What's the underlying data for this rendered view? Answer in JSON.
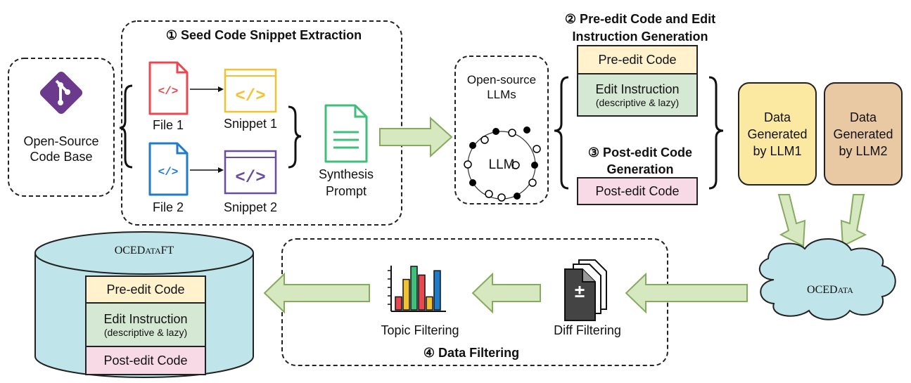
{
  "colors": {
    "git": "#6c3a8c",
    "file1": "#e8484f",
    "file2": "#1e7cc8",
    "snippet1": "#f2c230",
    "snippet2": "#6a4c9c",
    "prompt": "#3fbf7a",
    "arrow_fill": "#d6e8bf",
    "arrow_stroke": "#86aa5e",
    "pre_edit": "#fff2cc",
    "edit_instruction": "#d5e8d4",
    "post_edit": "#f8d9e6",
    "llm1": "#fbe9a1",
    "llm2": "#e9c9a4",
    "cloud": "#bfe4ea",
    "cylinder": "#bfe4ea"
  },
  "codebase": {
    "label_line1": "Open-Source",
    "label_line2": "Code Base",
    "icon": "git-icon"
  },
  "extraction": {
    "title": "① Seed Code Snippet Extraction",
    "file1": "File 1",
    "file2": "File 2",
    "snippet1": "Snippet 1",
    "snippet2": "Snippet 2",
    "prompt_line1": "Synthesis",
    "prompt_line2": "Prompt"
  },
  "llms": {
    "title_line1": "Open-source",
    "title_line2": "LLMs",
    "center": "LLM"
  },
  "generation": {
    "title_line1": "② Pre-edit Code and Edit",
    "title_line2": "Instruction Generation",
    "pre_edit": "Pre-edit Code",
    "edit_instruction": "Edit Instruction",
    "edit_note": "(descriptive & lazy)",
    "post_title_line1": "③ Post-edit Code",
    "post_title_line2": "Generation",
    "post_edit": "Post-edit Code"
  },
  "llm_data": {
    "llm1": [
      "Data",
      "Generated",
      "by LLM1"
    ],
    "llm2": [
      "Data",
      "Generated",
      "by LLM2"
    ]
  },
  "ocedata": {
    "main": "OCED",
    "small": "ATA"
  },
  "filtering": {
    "diff": "Diff Filtering",
    "topic": "Topic Filtering",
    "title": "④ Data Filtering"
  },
  "ocedataft": {
    "main": "OCED",
    "small": "ATA",
    "suffix": "FT",
    "pre_edit": "Pre-edit Code",
    "edit_instruction": "Edit Instruction",
    "edit_note": "(descriptive & lazy)",
    "post_edit": "Post-edit Code"
  },
  "topic_chart": {
    "type": "bar",
    "bars": [
      {
        "value": 3,
        "color": "#e8484f"
      },
      {
        "value": 7,
        "color": "#f2c230"
      },
      {
        "value": 10,
        "color": "#3fbf7a"
      },
      {
        "value": 8,
        "color": "#e8484f"
      },
      {
        "value": 3,
        "color": "#f2c230"
      },
      {
        "value": 9,
        "color": "#1e7cc8"
      }
    ],
    "max": 10
  }
}
